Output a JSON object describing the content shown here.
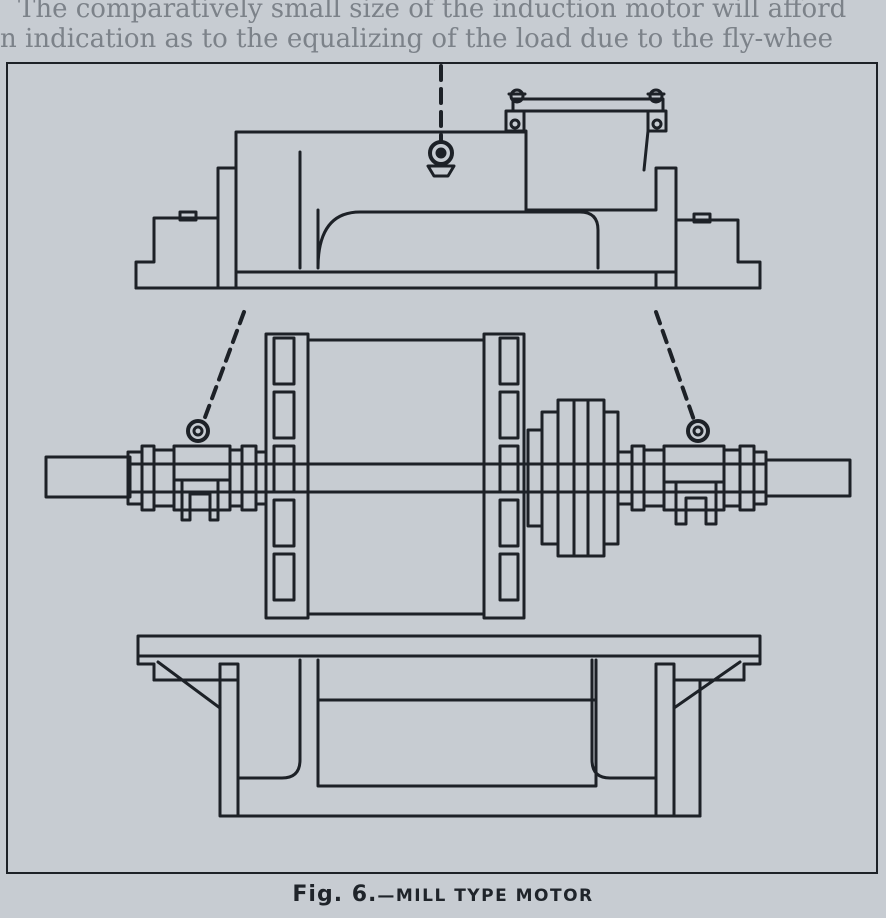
{
  "bleed_through": {
    "line_1": "The comparatively small size of the induction motor will afford",
    "line_2": "n indication as to the equalizing of the load due to the fly-whee"
  },
  "figure": {
    "caption_prefix": "Fig. 6.",
    "caption_title": "—MILL TYPE MOTOR"
  },
  "colors": {
    "ink": "#1d2127",
    "paper": "#c7ccd2"
  }
}
